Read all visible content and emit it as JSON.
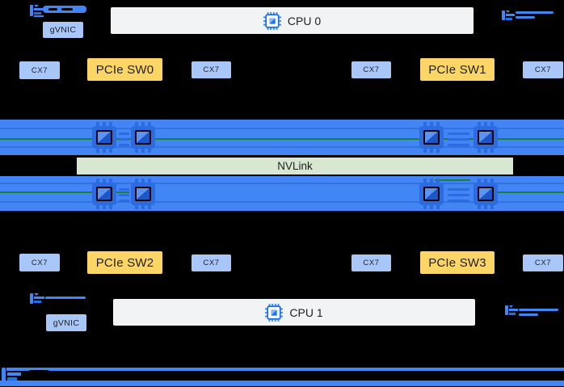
{
  "labels": {
    "gvnic": "gVNIC",
    "cx7": "CX7",
    "cpu0": "CPU 0",
    "cpu1": "CPU 1",
    "pcie_sw0": "PCIe SW0",
    "pcie_sw1": "PCIe SW1",
    "pcie_sw2": "PCIe SW2",
    "pcie_sw3": "PCIe SW3",
    "nvlink": "NVLink"
  },
  "colors": {
    "background": "#000000",
    "gpu_bar_blue": "#4285F4",
    "light_blue_box": "#A9C6F8",
    "pcie_yellow": "#FBD566",
    "cpu_gray": "#F1F3F4",
    "nvlink_green": "#D7E7D2",
    "nvlink_wire_green": "#188038",
    "line_blue": "#4285F4",
    "text_dark": "#1F1F1F"
  },
  "icons": {
    "cpu_chip": "chip-icon",
    "gpu_chip": "gpu-chip-icon",
    "network_switch": "network-switch-icon"
  },
  "structure": {
    "top_row": [
      "CX7",
      "PCIe SW0",
      "CX7",
      "CX7",
      "PCIe SW1",
      "CX7"
    ],
    "bottom_row": [
      "CX7",
      "PCIe SW2",
      "CX7",
      "CX7",
      "PCIe SW3",
      "CX7"
    ],
    "gpu_bars": 2,
    "gpu_icons_per_bar": 4
  }
}
